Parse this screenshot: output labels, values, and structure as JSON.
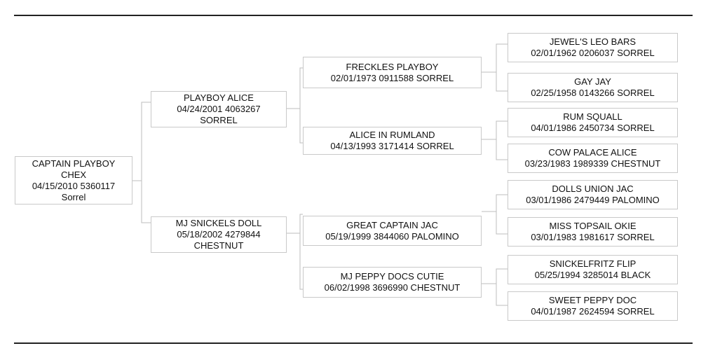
{
  "pedigree": {
    "subject": {
      "lines": [
        "CAPTAIN PLAYBOY",
        "CHEX",
        "04/15/2010 5360117",
        "Sorrel"
      ]
    },
    "sire": {
      "lines": [
        "PLAYBOY ALICE",
        "04/24/2001 4063267",
        "SORREL"
      ]
    },
    "dam": {
      "lines": [
        "MJ SNICKELS DOLL",
        "05/18/2002 4279844",
        "CHESTNUT"
      ]
    },
    "sire_sire": {
      "lines": [
        "FRECKLES PLAYBOY",
        "02/01/1973 0911588 SORREL"
      ]
    },
    "sire_dam": {
      "lines": [
        "ALICE IN RUMLAND",
        "04/13/1993 3171414 SORREL"
      ]
    },
    "dam_sire": {
      "lines": [
        "GREAT CAPTAIN JAC",
        "05/19/1999 3844060 PALOMINO"
      ]
    },
    "dam_dam": {
      "lines": [
        "MJ PEPPY DOCS CUTIE",
        "06/02/1998 3696990 CHESTNUT"
      ]
    },
    "ss_sire": {
      "lines": [
        "JEWEL'S LEO BARS",
        "02/01/1962 0206037 SORREL"
      ]
    },
    "ss_dam": {
      "lines": [
        "GAY JAY",
        "02/25/1958 0143266 SORREL"
      ]
    },
    "sd_sire": {
      "lines": [
        "RUM SQUALL",
        "04/01/1986 2450734 SORREL"
      ]
    },
    "sd_dam": {
      "lines": [
        "COW PALACE ALICE",
        "03/23/1983 1989339 CHESTNUT"
      ]
    },
    "ds_sire": {
      "lines": [
        "DOLLS UNION JAC",
        "03/01/1986 2479449 PALOMINO"
      ]
    },
    "ds_dam": {
      "lines": [
        "MISS TOPSAIL OKIE",
        "03/01/1983 1981617 SORREL"
      ]
    },
    "dd_sire": {
      "lines": [
        "SNICKELFRITZ FLIP",
        "05/25/1994 3285014 BLACK"
      ]
    },
    "dd_dam": {
      "lines": [
        "SWEET PEPPY DOC",
        "04/01/1987 2624594 SORREL"
      ]
    }
  }
}
